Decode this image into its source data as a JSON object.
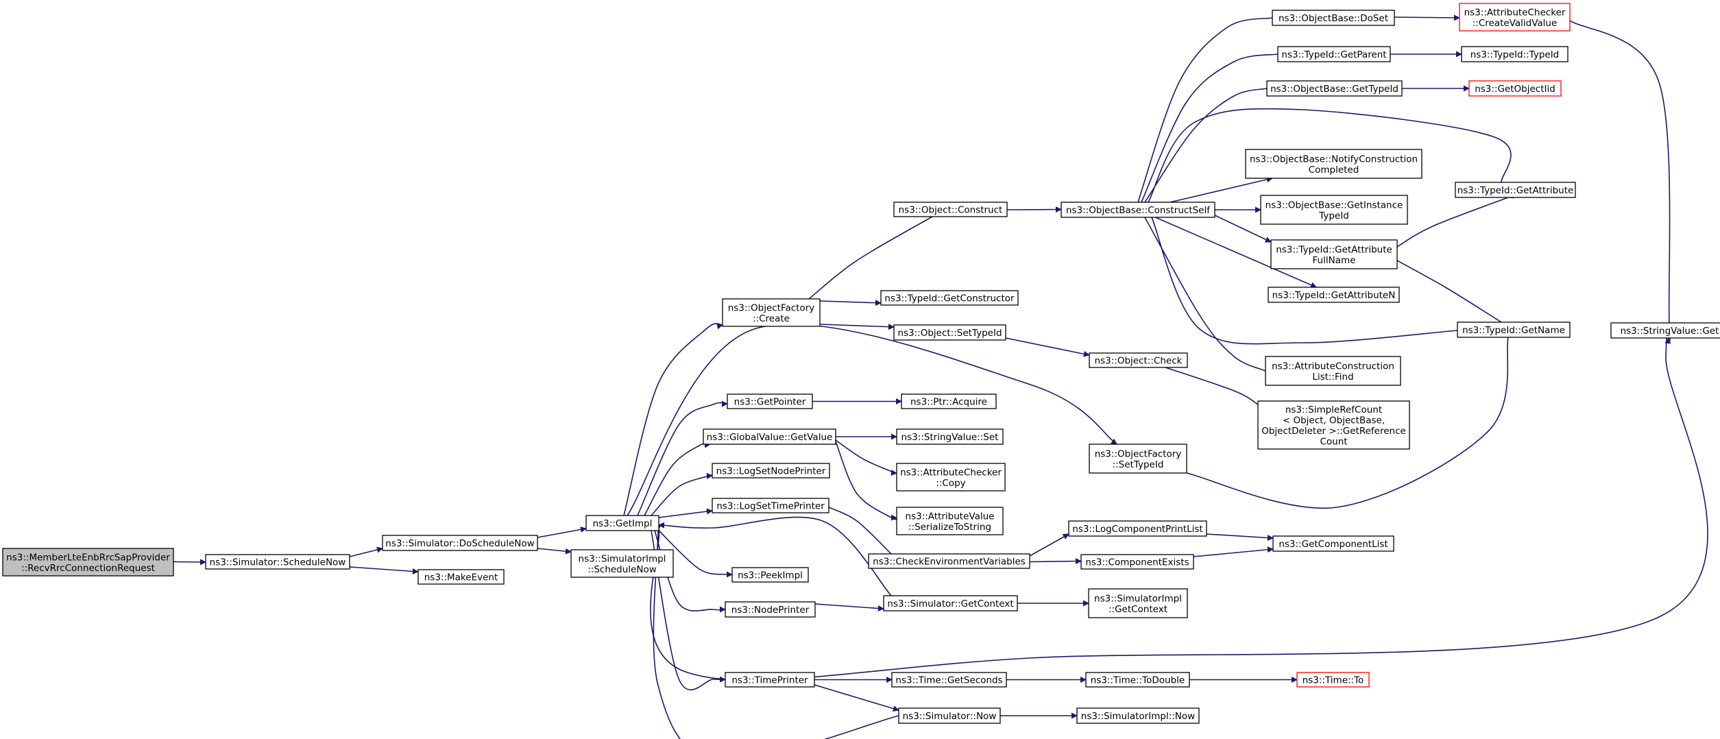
{
  "colors": {
    "edge": "#191970",
    "node_border": "#000000",
    "node_fill": "#ffffff",
    "root_fill": "#bfbfbf",
    "truncated_border": "#ff0000"
  },
  "nodes": [
    {
      "id": "root",
      "lines": [
        "ns3::MemberLteEnbRrcSapProvider",
        "::RecvRrcConnectionRequest"
      ],
      "style": "root"
    },
    {
      "id": "scheduleNow",
      "lines": [
        "ns3::Simulator::ScheduleNow"
      ],
      "style": "normal"
    },
    {
      "id": "doScheduleNow",
      "lines": [
        "ns3::Simulator::DoScheduleNow"
      ],
      "style": "normal"
    },
    {
      "id": "makeEvent",
      "lines": [
        "ns3::MakeEvent"
      ],
      "style": "normal"
    },
    {
      "id": "getImpl",
      "lines": [
        "ns3::GetImpl"
      ],
      "style": "normal"
    },
    {
      "id": "simImplScheduleNow",
      "lines": [
        "ns3::SimulatorImpl",
        "::ScheduleNow"
      ],
      "style": "normal"
    },
    {
      "id": "ofCreate",
      "lines": [
        "ns3::ObjectFactory",
        "::Create"
      ],
      "style": "normal"
    },
    {
      "id": "getPointer",
      "lines": [
        "ns3::GetPointer"
      ],
      "style": "normal"
    },
    {
      "id": "gvGetValue",
      "lines": [
        "ns3::GlobalValue::GetValue"
      ],
      "style": "normal"
    },
    {
      "id": "logSetNodePrinter",
      "lines": [
        "ns3::LogSetNodePrinter"
      ],
      "style": "normal"
    },
    {
      "id": "logSetTimePrinter",
      "lines": [
        "ns3::LogSetTimePrinter"
      ],
      "style": "normal"
    },
    {
      "id": "peekImpl",
      "lines": [
        "ns3::PeekImpl"
      ],
      "style": "normal"
    },
    {
      "id": "nodePrinter",
      "lines": [
        "ns3::NodePrinter"
      ],
      "style": "normal"
    },
    {
      "id": "timePrinter",
      "lines": [
        "ns3::TimePrinter"
      ],
      "style": "normal"
    },
    {
      "id": "objConstruct",
      "lines": [
        "ns3::Object::Construct"
      ],
      "style": "normal"
    },
    {
      "id": "getConstructor",
      "lines": [
        "ns3::TypeId::GetConstructor"
      ],
      "style": "normal"
    },
    {
      "id": "objSetTypeId",
      "lines": [
        "ns3::Object::SetTypeId"
      ],
      "style": "normal"
    },
    {
      "id": "ptrAcquire",
      "lines": [
        "ns3::Ptr::Acquire"
      ],
      "style": "normal"
    },
    {
      "id": "svSet",
      "lines": [
        "ns3::StringValue::Set"
      ],
      "style": "normal"
    },
    {
      "id": "acCopy",
      "lines": [
        "ns3::AttributeChecker",
        "::Copy"
      ],
      "style": "normal"
    },
    {
      "id": "avSerialize",
      "lines": [
        "ns3::AttributeValue",
        "::SerializeToString"
      ],
      "style": "normal"
    },
    {
      "id": "checkEnv",
      "lines": [
        "ns3::CheckEnvironmentVariables"
      ],
      "style": "normal"
    },
    {
      "id": "simGetContext",
      "lines": [
        "ns3::Simulator::GetContext"
      ],
      "style": "normal"
    },
    {
      "id": "timeGetSeconds",
      "lines": [
        "ns3::Time::GetSeconds"
      ],
      "style": "normal"
    },
    {
      "id": "simNow",
      "lines": [
        "ns3::Simulator::Now"
      ],
      "style": "normal"
    },
    {
      "id": "obConstructSelf",
      "lines": [
        "ns3::ObjectBase::ConstructSelf"
      ],
      "style": "normal"
    },
    {
      "id": "objCheck",
      "lines": [
        "ns3::Object::Check"
      ],
      "style": "normal"
    },
    {
      "id": "ofSetTypeId",
      "lines": [
        "ns3::ObjectFactory",
        "::SetTypeId"
      ],
      "style": "normal"
    },
    {
      "id": "logCompPrintList",
      "lines": [
        "ns3::LogComponentPrintList"
      ],
      "style": "normal"
    },
    {
      "id": "compExists",
      "lines": [
        "ns3::ComponentExists"
      ],
      "style": "normal"
    },
    {
      "id": "simImplGetContext",
      "lines": [
        "ns3::SimulatorImpl",
        "::GetContext"
      ],
      "style": "normal"
    },
    {
      "id": "timeToDouble",
      "lines": [
        "ns3::Time::ToDouble"
      ],
      "style": "normal"
    },
    {
      "id": "simImplNow",
      "lines": [
        "ns3::SimulatorImpl::Now"
      ],
      "style": "normal"
    },
    {
      "id": "obDoSet",
      "lines": [
        "ns3::ObjectBase::DoSet"
      ],
      "style": "normal"
    },
    {
      "id": "tidGetParent",
      "lines": [
        "ns3::TypeId::GetParent"
      ],
      "style": "normal"
    },
    {
      "id": "obGetTypeId",
      "lines": [
        "ns3::ObjectBase::GetTypeId"
      ],
      "style": "normal"
    },
    {
      "id": "obNotify",
      "lines": [
        "ns3::ObjectBase::NotifyConstruction",
        "Completed"
      ],
      "style": "normal"
    },
    {
      "id": "obGetInstance",
      "lines": [
        "ns3::ObjectBase::GetInstance",
        "TypeId"
      ],
      "style": "normal"
    },
    {
      "id": "tidGetAttrFullName",
      "lines": [
        "ns3::TypeId::GetAttribute",
        "FullName"
      ],
      "style": "normal"
    },
    {
      "id": "tidGetAttrN",
      "lines": [
        "ns3::TypeId::GetAttributeN"
      ],
      "style": "normal"
    },
    {
      "id": "aclFind",
      "lines": [
        "ns3::AttributeConstruction",
        "List::Find"
      ],
      "style": "normal"
    },
    {
      "id": "srcGetRef",
      "lines": [
        "ns3::SimpleRefCount",
        "< Object, ObjectBase,",
        "ObjectDeleter >::GetReference",
        "Count"
      ],
      "style": "normal"
    },
    {
      "id": "getCompList",
      "lines": [
        "ns3::GetComponentList"
      ],
      "style": "normal"
    },
    {
      "id": "timeTo",
      "lines": [
        "ns3::Time::To"
      ],
      "style": "truncated"
    },
    {
      "id": "acCreateValid",
      "lines": [
        "ns3::AttributeChecker",
        "::CreateValidValue"
      ],
      "style": "truncated"
    },
    {
      "id": "tidTypeId",
      "lines": [
        "ns3::TypeId::TypeId"
      ],
      "style": "normal"
    },
    {
      "id": "getObjectIid",
      "lines": [
        "ns3::GetObjectIid"
      ],
      "style": "truncated"
    },
    {
      "id": "tidGetAttribute",
      "lines": [
        "ns3::TypeId::GetAttribute"
      ],
      "style": "normal"
    },
    {
      "id": "tidGetName",
      "lines": [
        "ns3::TypeId::GetName"
      ],
      "style": "normal"
    },
    {
      "id": "svGet",
      "lines": [
        "ns3::StringValue::Get"
      ],
      "style": "normal"
    }
  ],
  "edges": [
    [
      "root",
      "scheduleNow"
    ],
    [
      "scheduleNow",
      "doScheduleNow"
    ],
    [
      "scheduleNow",
      "makeEvent"
    ],
    [
      "doScheduleNow",
      "getImpl"
    ],
    [
      "doScheduleNow",
      "simImplScheduleNow"
    ],
    [
      "getImpl",
      "ofCreate"
    ],
    [
      "getImpl",
      "ofSetTypeId"
    ],
    [
      "getImpl",
      "getPointer"
    ],
    [
      "getImpl",
      "gvGetValue"
    ],
    [
      "getImpl",
      "logSetNodePrinter"
    ],
    [
      "getImpl",
      "logSetTimePrinter"
    ],
    [
      "getImpl",
      "peekImpl"
    ],
    [
      "getImpl",
      "nodePrinter"
    ],
    [
      "getImpl",
      "timePrinter"
    ],
    [
      "getImpl",
      "svGet"
    ],
    [
      "ofCreate",
      "objConstruct"
    ],
    [
      "ofCreate",
      "getConstructor"
    ],
    [
      "ofCreate",
      "objSetTypeId"
    ],
    [
      "objConstruct",
      "obConstructSelf"
    ],
    [
      "objSetTypeId",
      "objCheck"
    ],
    [
      "objCheck",
      "srcGetRef"
    ],
    [
      "getPointer",
      "ptrAcquire"
    ],
    [
      "gvGetValue",
      "svSet"
    ],
    [
      "gvGetValue",
      "acCopy"
    ],
    [
      "gvGetValue",
      "avSerialize"
    ],
    [
      "logSetTimePrinter",
      "checkEnv"
    ],
    [
      "checkEnv",
      "logCompPrintList"
    ],
    [
      "checkEnv",
      "compExists"
    ],
    [
      "logCompPrintList",
      "getCompList"
    ],
    [
      "compExists",
      "getCompList"
    ],
    [
      "nodePrinter",
      "simGetContext"
    ],
    [
      "simGetContext",
      "getImpl"
    ],
    [
      "simGetContext",
      "simImplGetContext"
    ],
    [
      "timePrinter",
      "timeGetSeconds"
    ],
    [
      "timePrinter",
      "simNow"
    ],
    [
      "timeGetSeconds",
      "timeToDouble"
    ],
    [
      "timeToDouble",
      "timeTo"
    ],
    [
      "simNow",
      "getImpl"
    ],
    [
      "simNow",
      "simImplNow"
    ],
    [
      "obConstructSelf",
      "obDoSet"
    ],
    [
      "obConstructSelf",
      "tidGetParent"
    ],
    [
      "obConstructSelf",
      "obGetTypeId"
    ],
    [
      "obConstructSelf",
      "tidGetAttribute"
    ],
    [
      "obConstructSelf",
      "obNotify"
    ],
    [
      "obConstructSelf",
      "obGetInstance"
    ],
    [
      "obConstructSelf",
      "tidGetAttrFullName"
    ],
    [
      "obConstructSelf",
      "tidGetAttrN"
    ],
    [
      "obConstructSelf",
      "tidGetName"
    ],
    [
      "obConstructSelf",
      "aclFind"
    ],
    [
      "obDoSet",
      "acCreateValid"
    ],
    [
      "acCreateValid",
      "svGet"
    ],
    [
      "tidGetParent",
      "tidTypeId"
    ],
    [
      "obGetTypeId",
      "getObjectIid"
    ],
    [
      "tidGetAttrFullName",
      "tidGetAttribute"
    ],
    [
      "tidGetAttrFullName",
      "tidGetName"
    ],
    [
      "ofSetTypeId",
      "tidGetName"
    ]
  ]
}
